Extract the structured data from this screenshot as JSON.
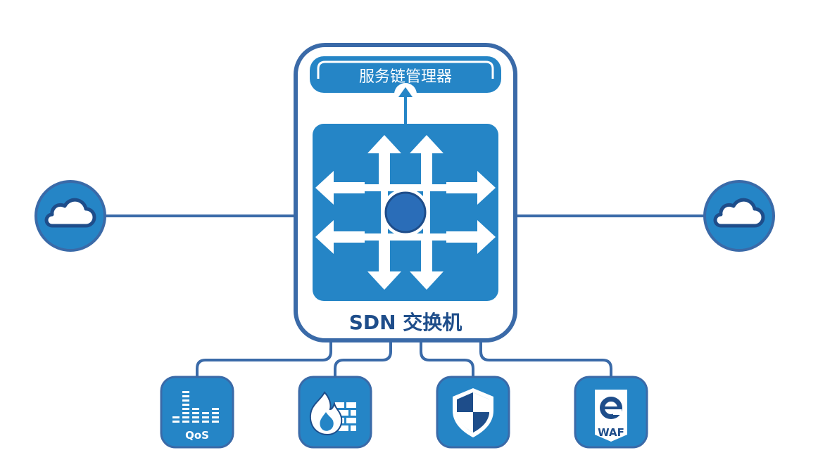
{
  "manager": {
    "label": "服务链管理器"
  },
  "switch": {
    "label": "SDN 交换机"
  },
  "clouds": [
    {
      "name": "cloud-icon"
    },
    {
      "name": "cloud-icon"
    }
  ],
  "services": [
    {
      "icon": "qos-icon",
      "label": "QoS"
    },
    {
      "icon": "firewall-icon",
      "label": ""
    },
    {
      "icon": "shield-icon",
      "label": ""
    },
    {
      "icon": "waf-icon",
      "label": "WAF"
    }
  ],
  "colors": {
    "primary": "#2585c6",
    "dark": "#3a6aa8",
    "navy": "#1e4d8a",
    "line": "#3a6aa8",
    "white": "#ffffff"
  }
}
